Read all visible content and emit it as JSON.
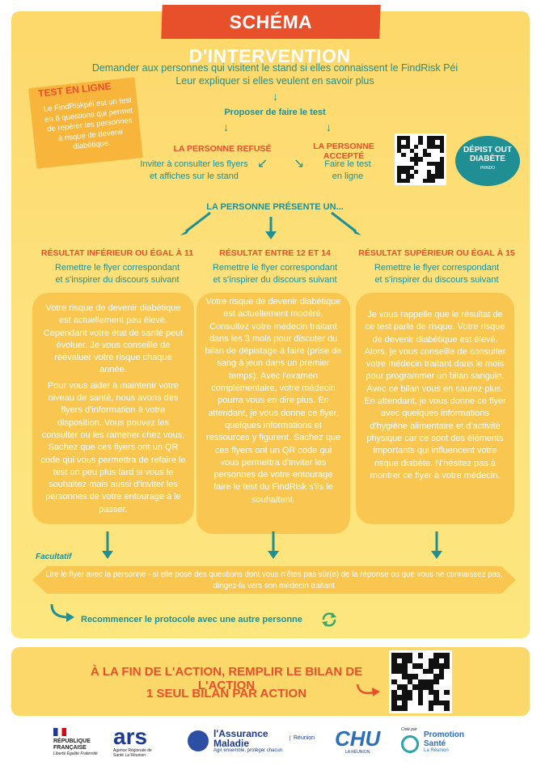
{
  "title": "SCHÉMA D'INTERVENTION",
  "intro": {
    "line1": "Demander aux personnes qui visitent le stand si elles connaissent le FindRisk Péi",
    "line2": "Leur expliquer si elles veulent en savoir plus"
  },
  "test_en_ligne": {
    "title": "TEST EN LIGNE",
    "text": "Le FindRiskpéi est un test en 8 questions qui permet de repérer les personnes à risque de devenir diabétique."
  },
  "propose": "Proposer de faire le test",
  "refuse": {
    "heading": "LA PERSONNE REFUSÉ",
    "text1": "Inviter à consulter les flyers",
    "text2": "et affiches sur le stand"
  },
  "accept": {
    "heading": "LA PERSONNE ACCEPTÉ",
    "text1": "Faire le test",
    "text2": "en ligne"
  },
  "badge": {
    "line1": "DÉPIST OUT",
    "line2": "DIABÈTE",
    "line3": "PRNDO"
  },
  "present": "LA PERSONNE PRÉSENTE UN...",
  "columns": [
    {
      "heading": "RÉSULTAT INFÉRIEUR OU ÉGAL À 11",
      "sub1": "Remettre le flyer correspondant",
      "sub2": "et s'inspirer du discours suivant",
      "p1": "Votre risque de devenir diabétique est actuellement peu élevé. Cependant votre état de santé peut évoluer. Je vous conseille de réévaluer votre risque chaque année.",
      "p2": "Pour vous aider à maintenir votre niveau de santé, nous avons des flyers d'information à votre disposition. Vous pouvez les consulter ou les ramener chez vous. Sachez que ces flyers ont un QR code qui vous permettra de refaire le test un peu plus tard si vous le souhaitez mais aussi d'inviter les personnes de votre entourage à le passer."
    },
    {
      "heading": "RÉSULTAT ENTRE 12 ET 14",
      "sub1": "Remettre le flyer correspondant",
      "sub2": "et s'inspirer du discours suivant",
      "p1": "Votre risque de devenir diabétique est actuellement modéré. Consultez votre médecin traitant dans les 3 mois pour discuter du bilan de dépistage à faire (prise de sang à jeun dans un premier temps). Avec l'examen complémentaire, votre médecin pourra vous en dire plus. En attendant, je vous donne ce flyer, quelques informations et ressources y figurent. Sachez que ces flyers ont un QR code qui vous permettra d'inviter les personnes de votre entourage faire le test du FindRisk s'ils le souhaitent.",
      "p2": ""
    },
    {
      "heading": "RÉSULTAT SUPÉRIEUR OU ÉGAL À 15",
      "sub1": "Remettre le flyer correspondant",
      "sub2": "et s'inspirer du discours suivant",
      "p1": "Je vous rappelle que le résultat de ce test parle de risque. Votre risque de devenir diabétique est élevé. Alors, je vous conseille de consulter votre médecin traitant dans le mois pour programmer un bilan sanguin. Avec ce bilan vous en saurez plus.  En attendant, je vous donne ce flyer avec quelques informations d'hygiène alimentaire et d'activité physique car ce sont des éléments importants qui influencent votre risque diabète. N'hésitez pas à montrer ce flyer à votre médecin.",
      "p2": ""
    }
  ],
  "facultatif": "Facultatif",
  "ribbon": "Lire le flyer avec la personne - si elle pose des questions dont vous n'êtes pas sûr(e) de la réponse ou que vous ne connaissez pas, dirigez-la vers son médecin traitant",
  "restart": "Recommencer le protocole avec une autre personne",
  "bottom": {
    "line1": "À LA FIN DE L'ACTION, REMPLIR LE BILAN DE L'ACTION",
    "line2": "1 SEUL BILAN PAR ACTION"
  },
  "logos": {
    "republique": "RÉPUBLIQUE FRANÇAISE",
    "republique_motto": "Liberté Égalité Fraternité",
    "ars": "ars",
    "ars_sub": "Agence Régionale de Santé La Réunion",
    "assurance1": "l'Assurance",
    "assurance2": "Maladie",
    "assurance_tag": "Agir ensemble, protéger chacun",
    "assurance_region": "Réunion",
    "chu": "CHU",
    "chu_sub": "LA RÉUNION",
    "promo_pre": "Créé par",
    "promo1": "Promotion",
    "promo2": "Santé",
    "promo3": "La Réunion"
  },
  "colors": {
    "orange": "#e8502b",
    "teal": "#1f8f93",
    "bubble": "#f9c64f"
  },
  "icons": [
    "arrow-down-icon",
    "arrow-curve-icon",
    "refresh-icon",
    "qr-code-icon"
  ]
}
